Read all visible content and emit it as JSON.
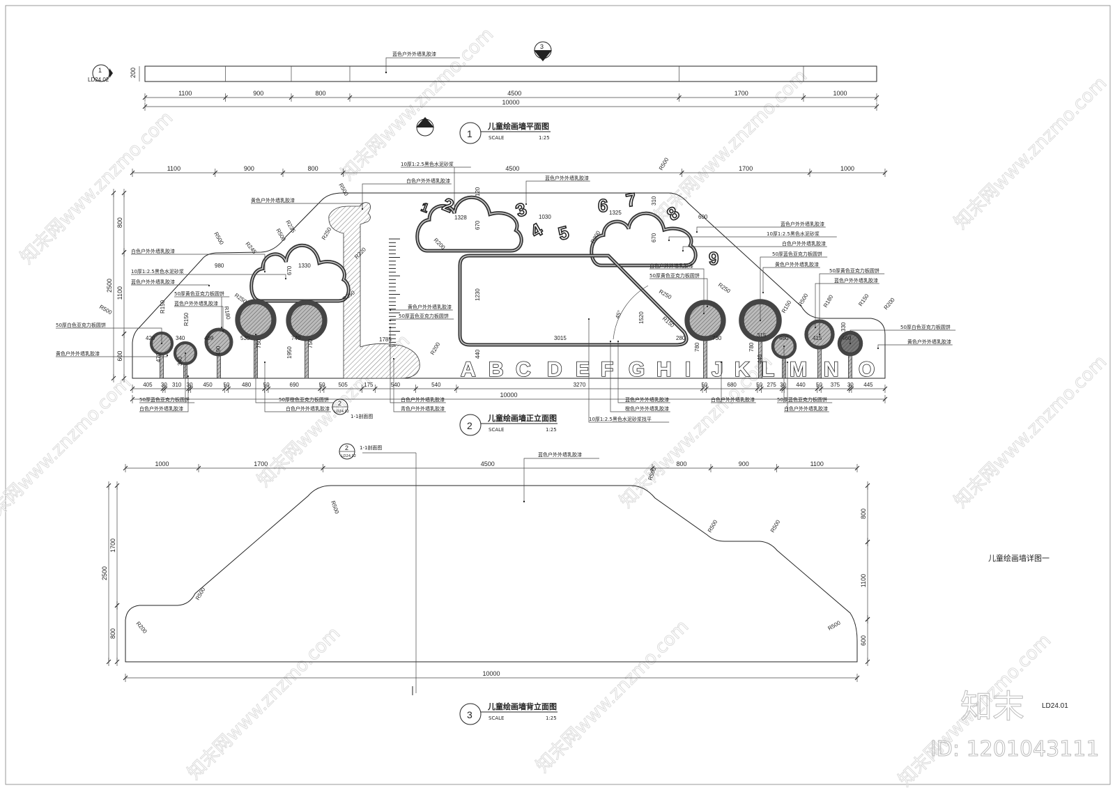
{
  "sheet": {
    "title": "儿童绘画墙详图一",
    "number": "LD24.01"
  },
  "watermark": {
    "logo": "知末",
    "id": "ID: 1201043111",
    "site": "知末网www.znzmo.com"
  },
  "plan": {
    "marker_1_num": "1",
    "marker_1_ref": "LD24.02",
    "marker_3_num": "3",
    "marker_dash": "-",
    "marker_2_num": "2",
    "callout": "蓝色户外外墙乳胶漆",
    "thickness": "200",
    "dims": [
      "1100",
      "900",
      "800",
      "4500",
      "1700",
      "1000"
    ],
    "total": "10000",
    "title_num": "1",
    "title": "儿童绘画墙平面图",
    "scale_label": "SCALE",
    "scale": "1:25"
  },
  "front": {
    "top_dims": [
      "1100",
      "900",
      "800",
      "4500",
      "1700",
      "1000"
    ],
    "left_dims": [
      "800",
      "1100",
      "600"
    ],
    "left_total": "2500",
    "bottom_dims": [
      "405",
      "30",
      "310",
      "30",
      "450",
      "50",
      "480",
      "50",
      "690",
      "50",
      "505",
      "175",
      "540",
      "540",
      "3270",
      "50",
      "680",
      "50",
      "275",
      "30",
      "440",
      "50",
      "375",
      "30",
      "445"
    ],
    "total": "10000",
    "numbers": [
      "1",
      "2",
      "3",
      "4",
      "5",
      "6",
      "7",
      "8",
      "9"
    ],
    "letters": [
      "A",
      "B",
      "C",
      "D",
      "E",
      "F",
      "G",
      "H",
      "I",
      "J",
      "K",
      "L",
      "M",
      "N",
      "O"
    ],
    "callouts": [
      "10厚1:2.5黑色水泥砂浆",
      "白色户外外墙乳胶漆",
      "黄色户外外墙乳胶漆",
      "白色户外外墙乳胶漆",
      "10厚1:2.5黑色水泥砂浆",
      "蓝色户外外墙乳胶漆",
      "50厚黄色亚克力板圆饼",
      "蓝色户外外墙乳胶漆",
      "50厚白色亚克力板圆饼",
      "黄色户外外墙乳胶漆",
      "黄色户外外墙乳胶漆",
      "50厚蓝色亚克力板圆饼",
      "蓝色户外外墙乳胶漆",
      "50厚蓝色亚克力板圆饼",
      "白色户外外墙乳胶漆",
      "50厚橙色亚克力板圆饼",
      "白色户外外墙乳胶漆",
      "白色户外外墙乳胶漆",
      "青色户外外墙乳胶漆",
      "蓝色户外外墙乳胶漆",
      "橙色户外外墙乳胶漆",
      "10厚1:2.5黑色水泥砂浆找平",
      "白色户外外墙乳胶漆",
      "50厚蓝色亚克力板圆饼",
      "白色户外外墙乳胶漆",
      "蓝色户外外墙乳胶漆",
      "10厚1:2.5黑色水泥砂浆",
      "白色户外外墙乳胶漆",
      "50厚蓝色亚克力板圆饼",
      "黄色户外外墙乳胶漆",
      "50厚黄色亚克力板圆饼",
      "蓝色户外外墙乳胶漆",
      "白色户外外墙乳胶漆",
      "50厚黄色亚克力板圆饼",
      "50厚白色亚克力板圆饼",
      "黄色户外外墙乳胶漆"
    ],
    "radii": [
      "R500",
      "R500",
      "R500",
      "R235",
      "R245",
      "R250",
      "R220",
      "R500",
      "R150",
      "R150",
      "R180",
      "R250",
      "R250",
      "R200",
      "R200",
      "R200",
      "R500",
      "R250",
      "R150",
      "R250",
      "R150",
      "R180",
      "R150",
      "R200",
      "R500"
    ],
    "inner_dims": [
      "980",
      "1330",
      "670",
      "1328",
      "670",
      "120",
      "1030",
      "1325",
      "310",
      "670",
      "600",
      "1230",
      "1520",
      "45°",
      "3015",
      "440",
      "1785",
      "1950",
      "740",
      "420",
      "340",
      "489",
      "530",
      "470",
      "340",
      "490",
      "750",
      "750",
      "280",
      "730",
      "315",
      "480",
      "415",
      "460",
      "780",
      "780",
      "440",
      "330"
    ],
    "section_ref": {
      "num": "2",
      "sheet": "LD24.02",
      "label": "1-1剖面图"
    },
    "title_num": "2",
    "title": "儿童绘画墙正立面图",
    "scale_label": "SCALE",
    "scale": "1:25"
  },
  "back": {
    "top_dims": [
      "1000",
      "1700",
      "4500",
      "800",
      "900",
      "1100"
    ],
    "left_dims": [
      "1700",
      "800"
    ],
    "left_total": "2500",
    "right_dims": [
      "800",
      "1100",
      "600"
    ],
    "total": "10000",
    "callout": "蓝色户外外墙乳胶漆",
    "radii": [
      "R200",
      "R500",
      "R500",
      "R500",
      "R500",
      "R500",
      "R500"
    ],
    "section_ref": {
      "num": "2",
      "sheet": "LD24.02",
      "label": "1-1剖面图"
    },
    "title_num": "3",
    "title": "儿童绘画墙背立面图",
    "scale_label": "SCALE",
    "scale": "1:25"
  }
}
